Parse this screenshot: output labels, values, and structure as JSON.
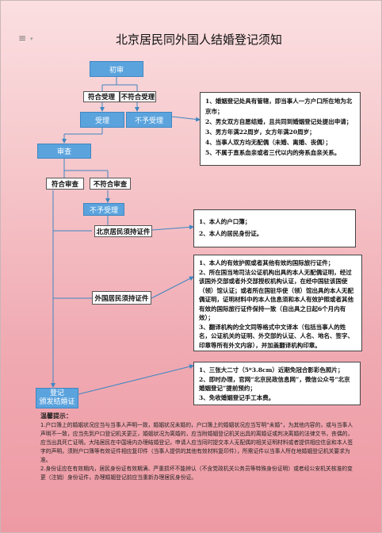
{
  "title": "北京居民同外国人结婚登记须知",
  "flow": {
    "initial_review": "初审",
    "accepted": "符合受理",
    "not_accepted": "不符合受理",
    "accept": "受理",
    "reject_accept": "不予受理",
    "examine": "审查",
    "exam_pass": "符合审查",
    "exam_fail": "不符合审查",
    "reject_register": "不予受理",
    "beijing_docs": "北京居民须持证件",
    "foreign_docs": "外国居民须持证件",
    "register": [
      "登记",
      "颁发结婚证"
    ]
  },
  "conditions": [
    "1、婚姻登记处具有管辖，即当事人一方户口所在地为北京市；",
    "2、男女双方自愿结婚，且共同到婚姻登记处提出申请；",
    "3、男方年满22周岁，女方年满20周岁；",
    "4、当事人双方均无配偶（未婚、离婚、丧偶）；",
    "5、不属于直系血亲或者三代以内的旁系血亲关系。"
  ],
  "beijing_list": [
    "1、本人的户口簿；",
    "2、本人的居民身份证。"
  ],
  "foreign_list": [
    "1、本人的有效护照或者其他有效的国际旅行证件；",
    "2、所在国当地司法公证机构出具的本人无配偶证明，经过该国外交部或者外交部授权机构认证，在经中国驻该国使（领）馆认证；或者所在国驻华使（领）馆出具的本人无配偶证明，证明材料中的本人信息须和本人有效护照或者其他有效的国际旅行证件保持一致（自出具之日起6个月内有效）；",
    "3、翻译机构的全文同等格式中文译本（包括当事人的姓名，公证机关的证明、外交部的认证、人名、地名、签字、印章等所有外文内容），并加盖翻译机构印章。"
  ],
  "other_list": [
    "1、三张大二寸（5*3.8cm）近期免冠合影彩色照片；",
    "2、即时办理，官网“北京民政信息网”，微信公众号“北京婚姻登记”提前预约；",
    "3、免收婚姻登记手工本费。"
  ],
  "notes": {
    "heading": "温馨提示：",
    "items": [
      "1.户口簿上的婚姻状况应当与当事人声明一致，婚姻状况未婚的，户口簿上的婚姻状况应当写明“未婚”，为其他内容的，或与当事人声明不一致，应当先到户口登记机关更正，婚姻状况为离婚的，应当附婚姻登记机关出具的离婚证或判决离婚的法律文书，丧偶的，应当出具死亡证明。大陆居民在中国境内办理结婚登记，申请人应当同时提交本人无配偶的相关证明材料或者提供相应信息和本人签字的声明，须附户口簿等有效证件相应复印件（当事人提供的其他有效材料复印件），所需证件以当事人所在地婚姻登记机关要求为准。",
      "2.身份证应在有效期内，居民身份证有效期满、严重损坏不能辨认（不含党政机关公务员等特殊身份证明）或者经公安机关核准的变更（注销）身份证件，办理婚姻登记前应当重新办理居民身份证。"
    ]
  },
  "colors": {
    "accent_blue": "#5ba3dd",
    "line_blue": "#3f86c2"
  }
}
